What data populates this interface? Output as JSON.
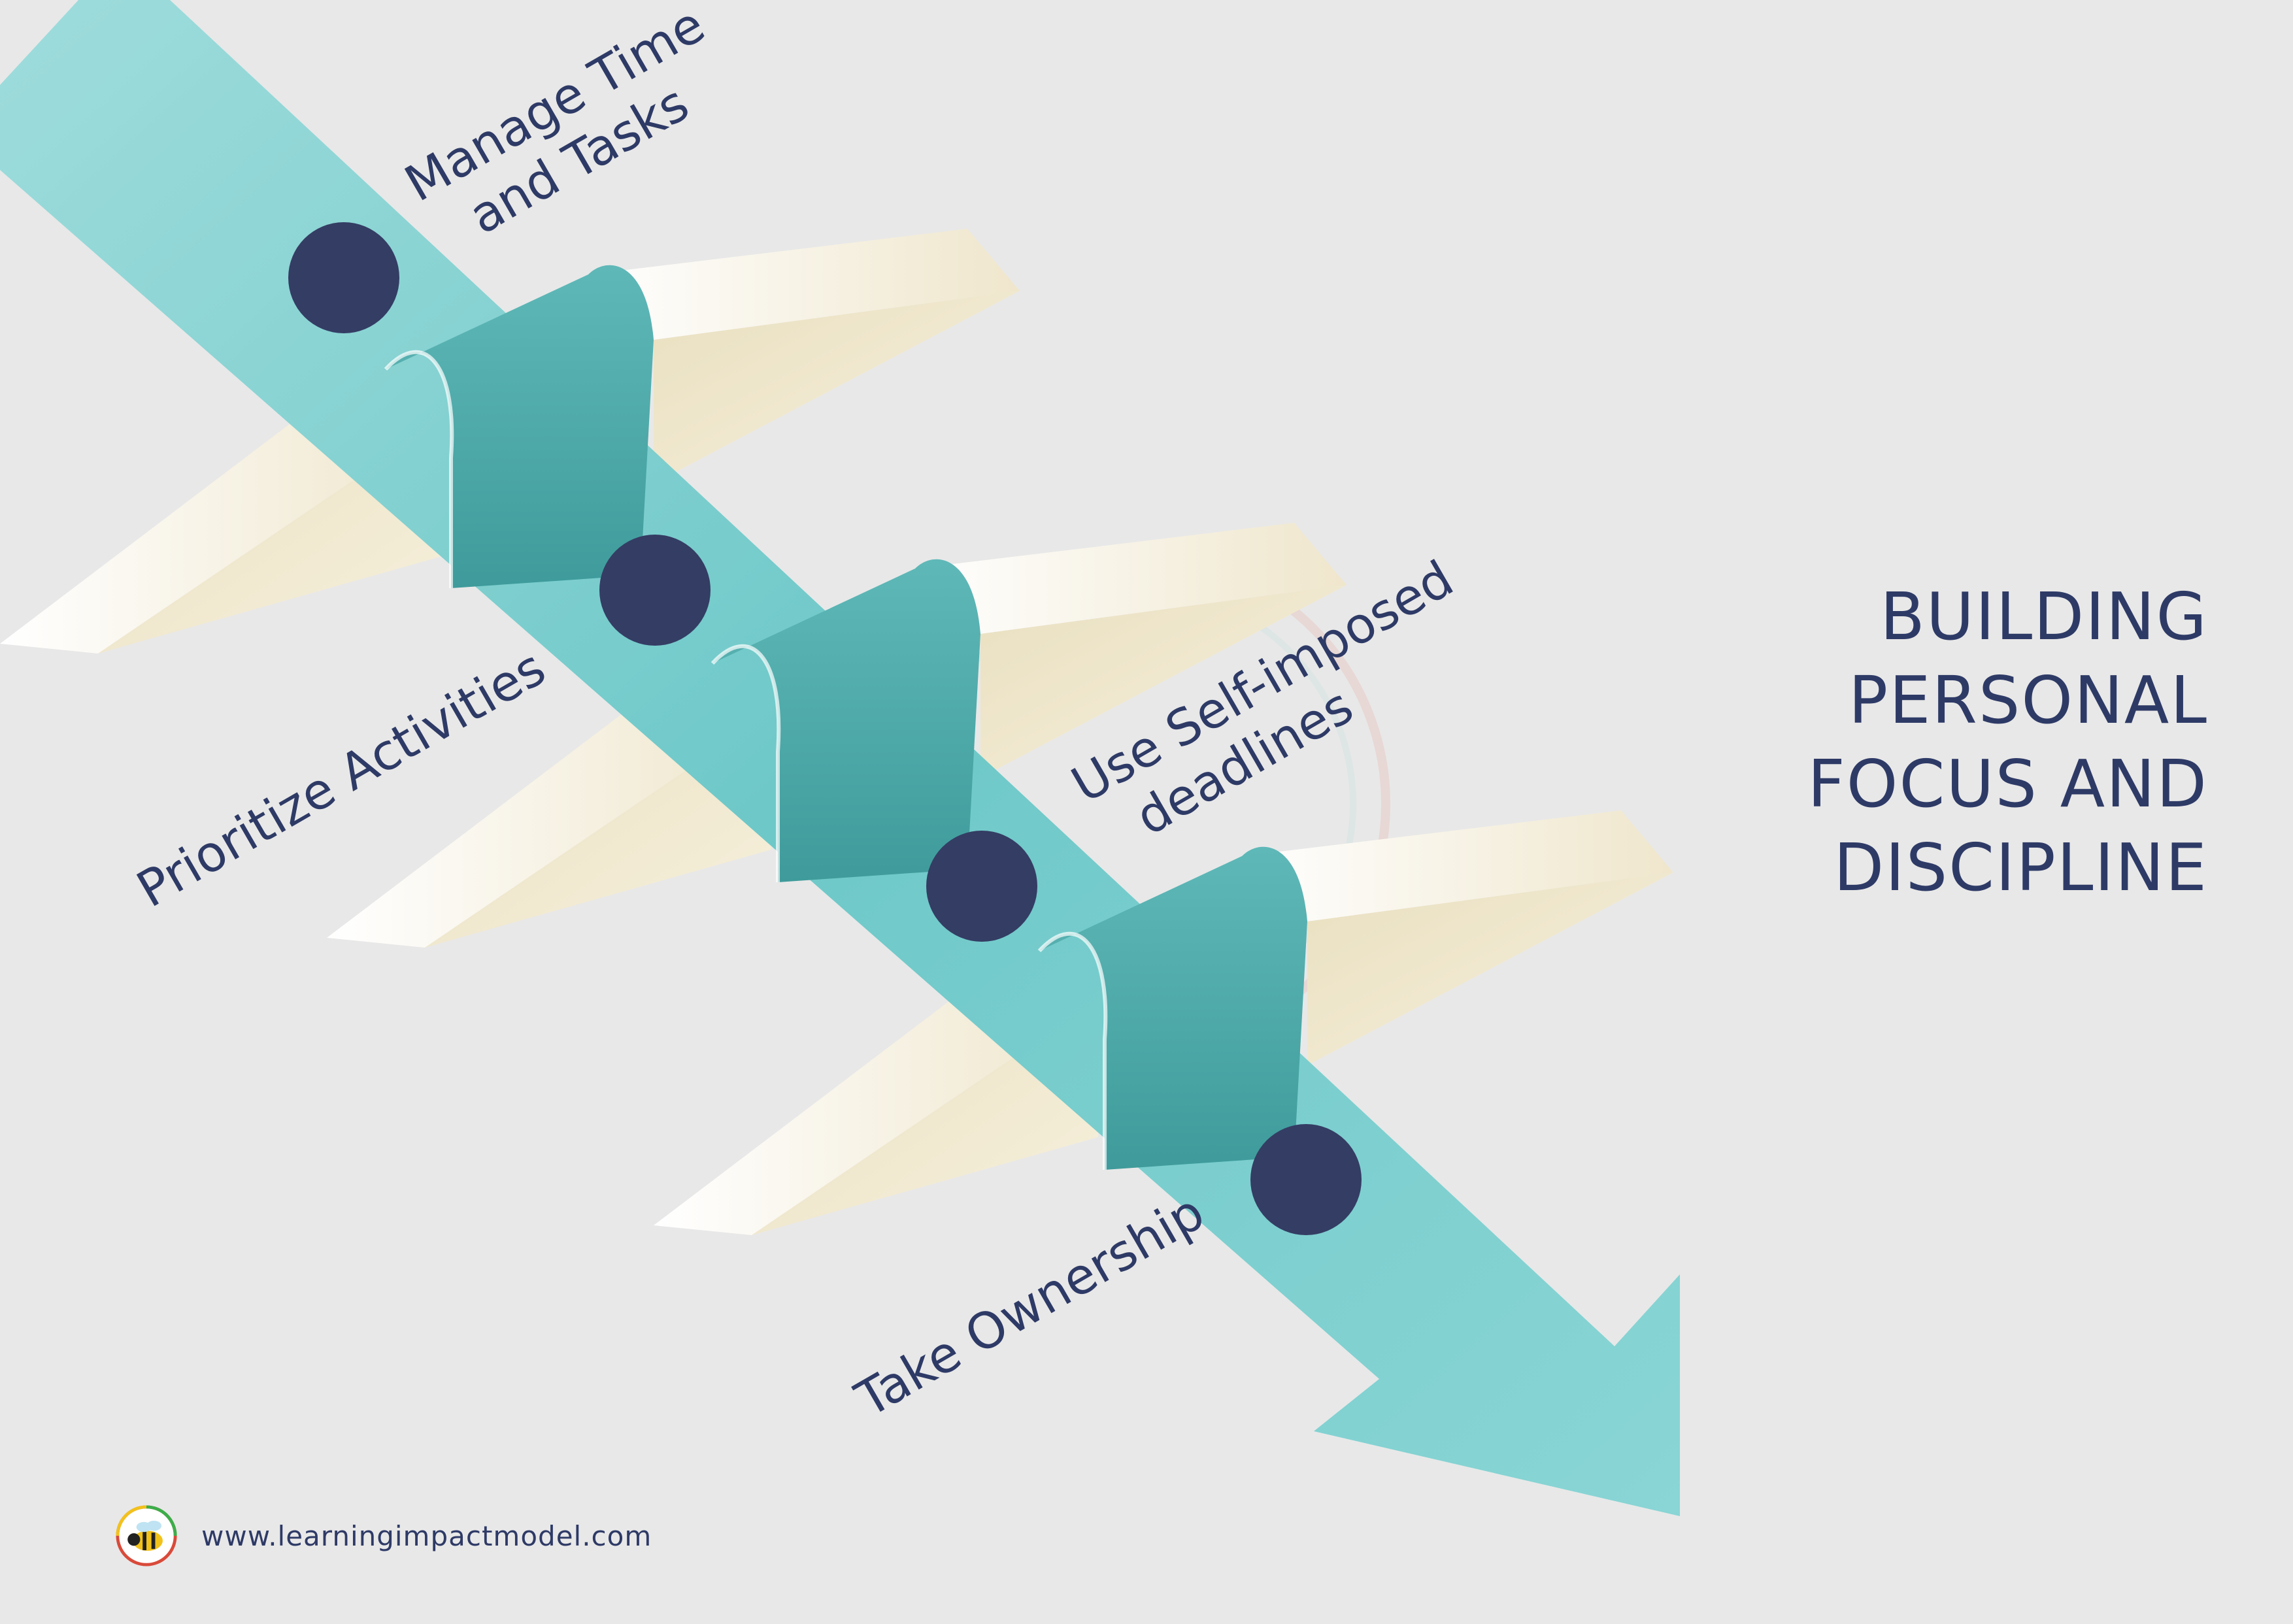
{
  "title": {
    "lines": [
      "BUILDING",
      "PERSONAL",
      "FOCUS AND",
      "DISCIPLINE"
    ]
  },
  "steps": [
    {
      "lines": [
        "Manage Time",
        "and Tasks"
      ]
    },
    {
      "lines": [
        "Prioritize Activities"
      ]
    },
    {
      "lines": [
        "Use Self-imposed",
        "deadlines"
      ]
    },
    {
      "lines": [
        "Take Ownership"
      ]
    }
  ],
  "footer": {
    "url": "www.learningimpactmodel.com",
    "logo_icon": "bee-logo-icon"
  },
  "colors": {
    "background": "#e8e8e8",
    "arrow": "#6ec8c8",
    "arrow_dark": "#4fa8a8",
    "dot": "#343d64",
    "text": "#2e3a66",
    "step_ramp": "#f7f2e0"
  }
}
